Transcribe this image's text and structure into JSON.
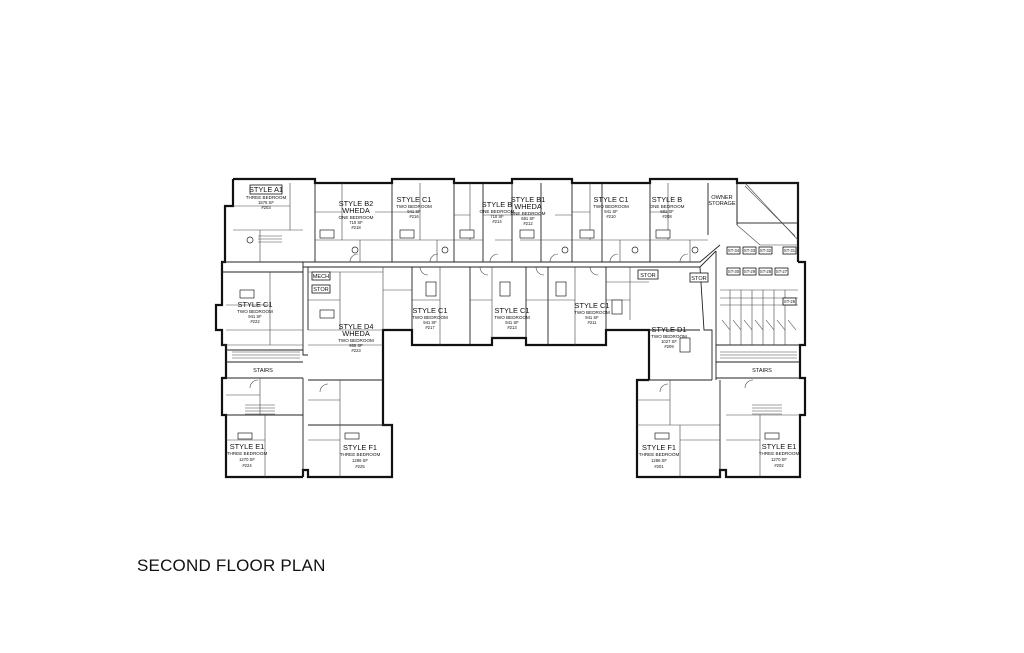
{
  "title": "SECOND FLOOR PLAN",
  "units": {
    "a1": {
      "style": "STYLE A1",
      "type": "THREE BEDROOM",
      "sf": "1576 SF",
      "num": "#203"
    },
    "b2": {
      "style": "STYLE B2",
      "sub": "WHEDA",
      "type": "ONE BEDROOM",
      "sf": "710 SF",
      "num": "#218"
    },
    "c1n1": {
      "style": "STYLE C1",
      "type": "TWO BEDROOM",
      "sf": "941 SF",
      "num": "#216"
    },
    "bn": {
      "style": "STYLE B",
      "type": "ONE BEDROOM",
      "sf": "710 SF",
      "num": "#214"
    },
    "b1": {
      "style": "STYLE B1",
      "sub": "WHEDA",
      "type": "ONE BEDROOM",
      "sf": "681 SF",
      "num": "#212"
    },
    "c1n2": {
      "style": "STYLE C1",
      "type": "TWO BEDROOM",
      "sf": "941 SF",
      "num": "#210"
    },
    "bn2": {
      "style": "STYLE B",
      "type": "ONE BEDROOM",
      "sf": "681 SF",
      "num": "#208"
    },
    "c1w": {
      "style": "STYLE C1",
      "type": "TWO BEDROOM",
      "sf": "941 SF",
      "num": "#222"
    },
    "d4": {
      "style": "STYLE D4",
      "sub": "WHEDA",
      "type": "TWO BEDROOM",
      "sf": "965 SF",
      "num": "#223"
    },
    "c1s1": {
      "style": "STYLE C1",
      "type": "TWO BEDROOM",
      "sf": "941 SF",
      "num": "#217"
    },
    "c1s2": {
      "style": "STYLE C1",
      "type": "TWO BEDROOM",
      "sf": "941 SF",
      "num": "#213"
    },
    "c1s3": {
      "style": "STYLE C1",
      "type": "TWO BEDROOM",
      "sf": "941 SF",
      "num": "#211"
    },
    "d1": {
      "style": "STYLE D1",
      "type": "TWO BEDROOM",
      "sf": "1027 SF",
      "num": "#209"
    },
    "e1w": {
      "style": "STYLE E1",
      "type": "THREE BEDROOM",
      "sf": "1270 SF",
      "num": "#224"
    },
    "f1w": {
      "style": "STYLE F1",
      "type": "THREE BEDROOM",
      "sf": "1286 SF",
      "num": "#225"
    },
    "f1e": {
      "style": "STYLE F1",
      "type": "THREE BEDROOM",
      "sf": "1286 SF",
      "num": "#201"
    },
    "e1e": {
      "style": "STYLE E1",
      "type": "THREE BEDROOM",
      "sf": "1270 SF",
      "num": "#202"
    }
  },
  "rooms": {
    "owner_storage_1": "OWNER",
    "owner_storage_2": "STORAGE",
    "mech": "MECH",
    "stor_w": "STOR",
    "stor_c": "STOR",
    "stor_e": "STOR",
    "stairs_w": "STAIRS",
    "stairs_e": "STAIRS"
  },
  "storage_tags": [
    "ST-34",
    "ST-33",
    "ST-32",
    "ST-31",
    "ST-30",
    "ST-29",
    "ST-28",
    "ST-27",
    "ST-26"
  ]
}
